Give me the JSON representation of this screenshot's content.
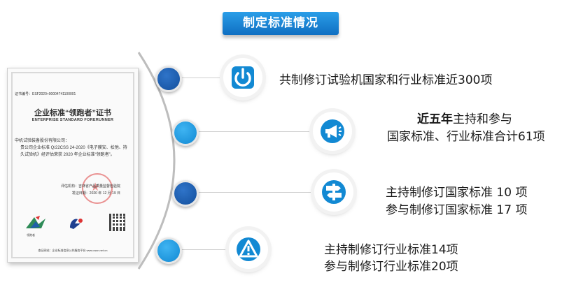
{
  "header": {
    "title": "制定标准情况"
  },
  "certificate": {
    "cert_no": "证书编号：ESF2020+00004741100001",
    "title": "企业标准“领跑者”证书",
    "subtitle": "ENTERPRISE STANDARD FORERUNNER",
    "company": "中机试验装备股份有限公司：",
    "body": "贵公司企业标准 Q/22CSS 24-2020《电子膜安、松弛、持久试验机》经评估荣获 2020 年企业标准“领跑者”。",
    "org": "评估机构：吉林省产品质量监督检验院",
    "date": "发证日期：2020 年 12 月 19 日",
    "logo_label": "领跑者",
    "footer": "查证网站：企业标准信息公共服务平台 www.cssn.net.cn"
  },
  "items": [
    {
      "lines": [
        {
          "bold": "",
          "text": "共制修订试验机国家和行业标准近300项"
        }
      ]
    },
    {
      "lines": [
        {
          "bold": "近五年",
          "text": "主持和参与"
        },
        {
          "bold": "",
          "text": "国家标准、行业标准合计61项"
        }
      ]
    },
    {
      "lines": [
        {
          "bold": "",
          "text": "主持制修订国家标准 10 项"
        },
        {
          "bold": "",
          "text": "参与制修订国家标准 17 项"
        }
      ]
    },
    {
      "lines": [
        {
          "bold": "",
          "text": "主持制修订行业标准14项"
        },
        {
          "bold": "",
          "text": "参与制修订行业标准20项"
        }
      ]
    }
  ],
  "icons": [
    "power-icon",
    "megaphone-icon",
    "signpost-icon",
    "warning-icon"
  ],
  "colors": {
    "accent_dark": "#134f9c",
    "accent_light": "#1289d3",
    "banner": "#1a86d6"
  }
}
